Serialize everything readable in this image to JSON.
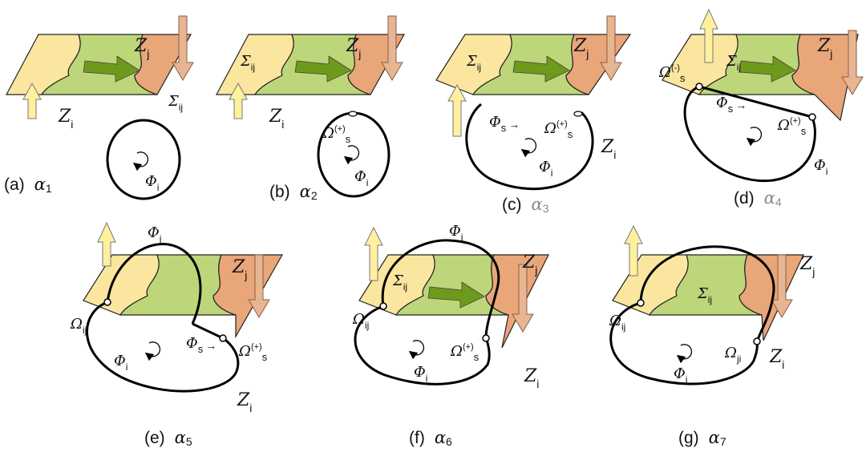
{
  "colors": {
    "region_i": "#fbe6a0",
    "region_ij": "#bdd67a",
    "region_j": "#e8a679",
    "flow_arrow": "#6e9a1c",
    "up_arrow": "#fff0a0",
    "down_arrow": "#e8b592",
    "curve": "#000000"
  },
  "icons": {
    "rotation": "circular-arrow-icon",
    "flow": "green-flow-arrow-icon",
    "normal_up": "up-arrow-icon",
    "normal_down": "down-arrow-icon"
  },
  "panels": [
    {
      "id": "a",
      "caption": {
        "tag": "(a)",
        "alpha": "α",
        "sub": "1"
      },
      "labels": {
        "zj": "Z",
        "zj_sub": "j",
        "zi": "Z",
        "zi_sub": "i",
        "sigma": "Σ",
        "sigma_sub": "ij",
        "phi_i": "Φ",
        "phi_i_sub": "i"
      }
    },
    {
      "id": "b",
      "caption": {
        "tag": "(b)",
        "alpha": "α",
        "sub": "2"
      },
      "labels": {
        "zj": "Z",
        "zj_sub": "j",
        "zi": "Z",
        "zi_sub": "i",
        "sigma": "Σ",
        "sigma_sub": "ij",
        "omega_s": "Ω",
        "omega_s_sign": "(+)",
        "omega_s_sub": "s",
        "phi_i": "Φ",
        "phi_i_sub": "i"
      }
    },
    {
      "id": "c",
      "caption": {
        "tag": "(c)",
        "alpha": "α",
        "sub": "3"
      },
      "labels": {
        "zj": "Z",
        "zj_sub": "j",
        "zi": "Z",
        "zi_sub": "i",
        "sigma": "Σ",
        "sigma_sub": "ij",
        "phi_s": "Φ",
        "phi_s_sub": "s",
        "arrow": "→",
        "omega_s": "Ω",
        "omega_s_sign": "(+)",
        "omega_s_sub": "s",
        "phi_i": "Φ",
        "phi_i_sub": "i"
      }
    },
    {
      "id": "d",
      "caption": {
        "tag": "(d)",
        "alpha": "α",
        "sub": "4"
      },
      "labels": {
        "zj": "Z",
        "zj_sub": "j",
        "sigma": "Σ",
        "sigma_sub": "ij",
        "omega_minus": "Ω",
        "omega_minus_sign": "(-)",
        "omega_minus_sub": "s",
        "phi_s": "Φ",
        "phi_s_sub": "s",
        "arrow": "→",
        "omega_s": "Ω",
        "omega_s_sign": "(+)",
        "omega_s_sub": "s",
        "phi_i": "Φ",
        "phi_i_sub": "i"
      }
    },
    {
      "id": "e",
      "caption": {
        "tag": "(e)",
        "alpha": "α",
        "sub": "5"
      },
      "labels": {
        "phi_j": "Φ",
        "phi_j_sub": "j",
        "zj": "Z",
        "zj_sub": "j",
        "omega_ij": "Ω",
        "omega_ij_sub": "ij",
        "phi_s": "Φ",
        "phi_s_sub": "s",
        "arrow": "→",
        "omega_s": "Ω",
        "omega_s_sign": "(+)",
        "omega_s_sub": "s",
        "phi_i": "Φ",
        "phi_i_sub": "i",
        "zi": "Z",
        "zi_sub": "i"
      }
    },
    {
      "id": "f",
      "caption": {
        "tag": "(f)",
        "alpha": "α",
        "sub": "6"
      },
      "labels": {
        "phi_j": "Φ",
        "phi_j_sub": "j",
        "zj": "Z",
        "zj_sub": "j",
        "sigma": "Σ",
        "sigma_sub": "ij",
        "omega_ij": "Ω",
        "omega_ij_sub": "ij",
        "omega_s": "Ω",
        "omega_s_sign": "(+)",
        "omega_s_sub": "s",
        "phi_i": "Φ",
        "phi_i_sub": "i",
        "zi": "Z",
        "zi_sub": "i"
      }
    },
    {
      "id": "g",
      "caption": {
        "tag": "(g)",
        "alpha": "α",
        "sub": "7"
      },
      "labels": {
        "zj": "Z",
        "zj_sub": "j",
        "sigma": "Σ",
        "sigma_sub": "ij",
        "omega_ij": "Ω",
        "omega_ij_sub": "ij",
        "omega_ji": "Ω",
        "omega_ji_sub": "ji",
        "phi_i": "Φ",
        "phi_i_sub": "i",
        "zi": "Z",
        "zi_sub": "i"
      }
    }
  ]
}
